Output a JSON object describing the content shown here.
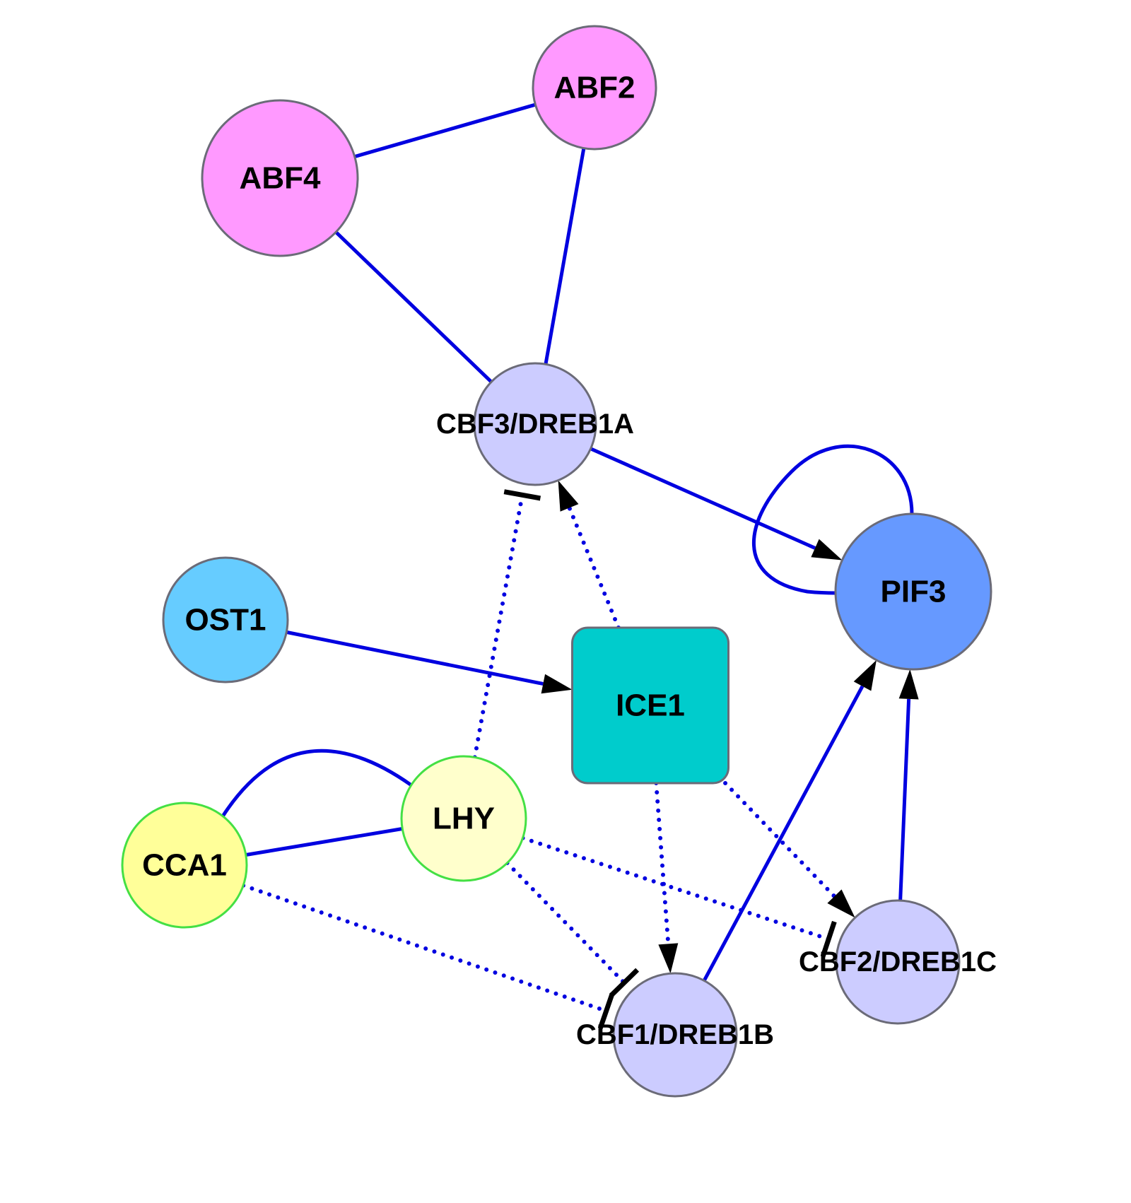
{
  "diagram": {
    "type": "network",
    "colors": {
      "edge": "#0000e0",
      "arrowhead": "#000000",
      "node_border_default": "#6b6b78",
      "node_border_clock": "#44e044"
    },
    "nodes": [
      {
        "id": "ABF4",
        "label": "ABF4",
        "shape": "circle",
        "fill": "#ff99ff",
        "border": "#6b6b78"
      },
      {
        "id": "ABF2",
        "label": "ABF2",
        "shape": "circle",
        "fill": "#ff99ff",
        "border": "#6b6b78"
      },
      {
        "id": "CBF3",
        "label": "CBF3/DREB1A",
        "shape": "circle",
        "fill": "#ccccff",
        "border": "#6b6b78"
      },
      {
        "id": "PIF3",
        "label": "PIF3",
        "shape": "circle",
        "fill": "#6699ff",
        "border": "#6b6b78"
      },
      {
        "id": "OST1",
        "label": "OST1",
        "shape": "circle",
        "fill": "#66ccff",
        "border": "#6b6b78"
      },
      {
        "id": "ICE1",
        "label": "ICE1",
        "shape": "rounded-rect",
        "fill": "#00cccc",
        "border": "#6b6b78"
      },
      {
        "id": "LHY",
        "label": "LHY",
        "shape": "circle",
        "fill": "#ffffcc",
        "border": "#44e044"
      },
      {
        "id": "CCA1",
        "label": "CCA1",
        "shape": "circle",
        "fill": "#ffff99",
        "border": "#44e044"
      },
      {
        "id": "CBF1",
        "label": "CBF1/DREB1B",
        "shape": "circle",
        "fill": "#ccccff",
        "border": "#6b6b78"
      },
      {
        "id": "CBF2",
        "label": "CBF2/DREB1C",
        "shape": "circle",
        "fill": "#ccccff",
        "border": "#6b6b78"
      }
    ],
    "edges": [
      {
        "source": "ABF4",
        "target": "ABF2",
        "style": "solid",
        "end": "none"
      },
      {
        "source": "ABF4",
        "target": "CBF3",
        "style": "solid",
        "end": "none"
      },
      {
        "source": "ABF2",
        "target": "CBF3",
        "style": "solid",
        "end": "none"
      },
      {
        "source": "CBF3",
        "target": "PIF3",
        "style": "solid",
        "end": "arrow"
      },
      {
        "source": "PIF3",
        "target": "PIF3",
        "style": "solid",
        "end": "none"
      },
      {
        "source": "OST1",
        "target": "ICE1",
        "style": "solid",
        "end": "arrow"
      },
      {
        "source": "ICE1",
        "target": "CBF3",
        "style": "dotted",
        "end": "arrow"
      },
      {
        "source": "LHY",
        "target": "CBF3",
        "style": "dotted",
        "end": "inhibit"
      },
      {
        "source": "CCA1",
        "target": "LHY",
        "style": "solid",
        "end": "none",
        "curved": true
      },
      {
        "source": "CCA1",
        "target": "LHY",
        "style": "solid",
        "end": "none"
      },
      {
        "source": "ICE1",
        "target": "CBF1",
        "style": "dotted",
        "end": "arrow"
      },
      {
        "source": "ICE1",
        "target": "CBF2",
        "style": "dotted",
        "end": "arrow"
      },
      {
        "source": "LHY",
        "target": "CBF2",
        "style": "dotted",
        "end": "inhibit"
      },
      {
        "source": "LHY",
        "target": "CBF1",
        "style": "dotted",
        "end": "inhibit"
      },
      {
        "source": "CCA1",
        "target": "CBF1",
        "style": "dotted",
        "end": "inhibit"
      },
      {
        "source": "CBF1",
        "target": "PIF3",
        "style": "solid",
        "end": "arrow"
      },
      {
        "source": "CBF2",
        "target": "PIF3",
        "style": "solid",
        "end": "arrow"
      }
    ]
  }
}
